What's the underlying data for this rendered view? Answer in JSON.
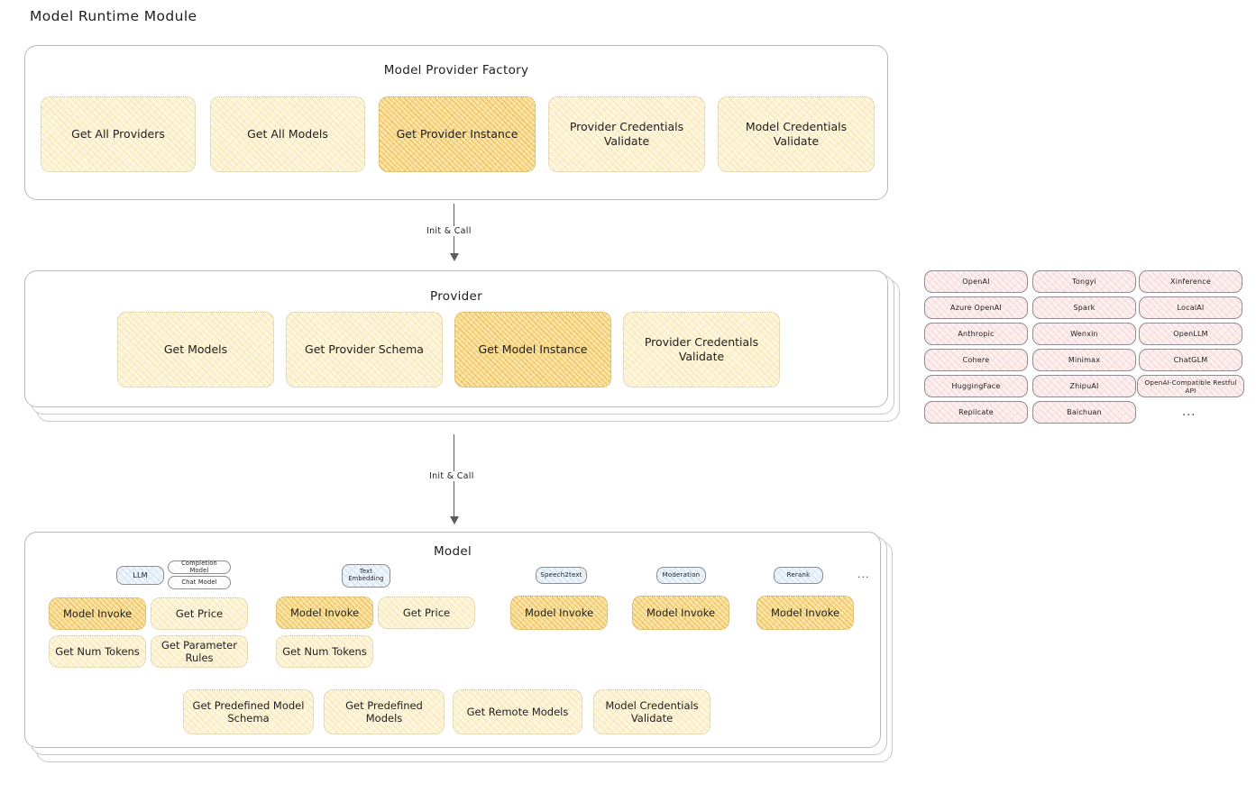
{
  "diagram": {
    "title": "Model Runtime Module",
    "arrow_label": "Init & Call",
    "ellipsis": "..."
  },
  "factory": {
    "title": "Model Provider Factory",
    "boxes": [
      {
        "label": "Get All Providers",
        "highlight": false
      },
      {
        "label": "Get All Models",
        "highlight": false
      },
      {
        "label": "Get Provider Instance",
        "highlight": true
      },
      {
        "label": "Provider Credentials Validate",
        "highlight": false
      },
      {
        "label": "Model Credentials Validate",
        "highlight": false
      }
    ]
  },
  "provider": {
    "title": "Provider",
    "boxes": [
      {
        "label": "Get Models",
        "highlight": false
      },
      {
        "label": "Get Provider Schema",
        "highlight": false
      },
      {
        "label": "Get Model Instance",
        "highlight": true
      },
      {
        "label": "Provider Credentials Validate",
        "highlight": false
      }
    ]
  },
  "provider_list": {
    "columns": [
      [
        "OpenAI",
        "Azure OpenAI",
        "Anthropic",
        "Cohere",
        "HuggingFace",
        "Replicate"
      ],
      [
        "Tongyi",
        "Spark",
        "Wenxin",
        "Minimax",
        "ZhipuAI",
        "Baichuan"
      ],
      [
        "Xinference",
        "LocalAI",
        "OpenLLM",
        "ChatGLM",
        "OpenAI-Compatible Restful API"
      ]
    ],
    "more": "..."
  },
  "model": {
    "title": "Model",
    "types": [
      {
        "name": "LLM",
        "sub": [
          "Completion Model",
          "Chat Model"
        ]
      },
      {
        "name": "Text Embedding",
        "sub": []
      },
      {
        "name": "Speech2text",
        "sub": []
      },
      {
        "name": "Moderation",
        "sub": []
      },
      {
        "name": "Rerank",
        "sub": []
      }
    ],
    "more": "...",
    "llm_methods": [
      {
        "label": "Model Invoke",
        "highlight": true
      },
      {
        "label": "Get Price",
        "highlight": false
      },
      {
        "label": "Get Num Tokens",
        "highlight": false
      },
      {
        "label": "Get Parameter Rules",
        "highlight": false
      }
    ],
    "embedding_methods": [
      {
        "label": "Model Invoke",
        "highlight": true
      },
      {
        "label": "Get Price",
        "highlight": false
      },
      {
        "label": "Get Num Tokens",
        "highlight": false
      }
    ],
    "speech_methods": [
      {
        "label": "Model Invoke",
        "highlight": true
      }
    ],
    "moderation_methods": [
      {
        "label": "Model Invoke",
        "highlight": true
      }
    ],
    "rerank_methods": [
      {
        "label": "Model Invoke",
        "highlight": true
      }
    ],
    "common_methods": [
      {
        "label": "Get Predefined Model Schema"
      },
      {
        "label": "Get Predefined Models"
      },
      {
        "label": "Get Remote Models"
      },
      {
        "label": "Model Credentials Validate"
      }
    ]
  },
  "colors": {
    "highlight_fill": "#fbe6ae",
    "soft_fill": "#fdf6e0",
    "provider_fill": "#fdf0f0",
    "badge_fill": "#eef5fb",
    "stroke": "#b9b9bd",
    "text": "#1e1e1e"
  }
}
